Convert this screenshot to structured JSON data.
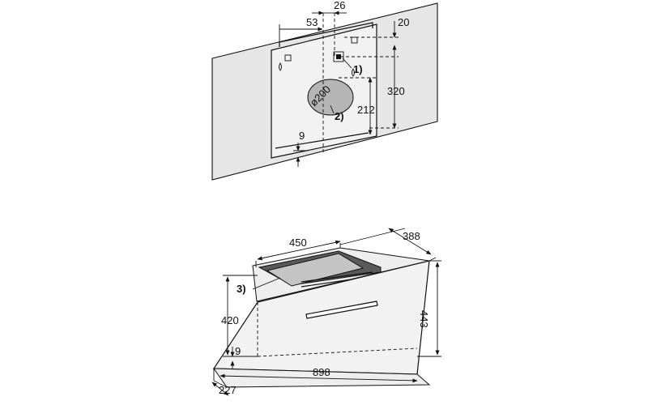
{
  "wall_template": {
    "dimensions": {
      "d26": "26",
      "d53": "53",
      "d20": "20",
      "d320": "320",
      "d212": "212",
      "d9": "9",
      "diameter": "ø200"
    },
    "callouts": {
      "c1": "1)",
      "c2": "2)"
    }
  },
  "hood_drawing": {
    "dimensions": {
      "d450": "450",
      "d388": "388",
      "d420": "420",
      "d443": "443",
      "d9": "9",
      "d898": "898",
      "d227": "227"
    },
    "callouts": {
      "c3": "3)"
    }
  }
}
